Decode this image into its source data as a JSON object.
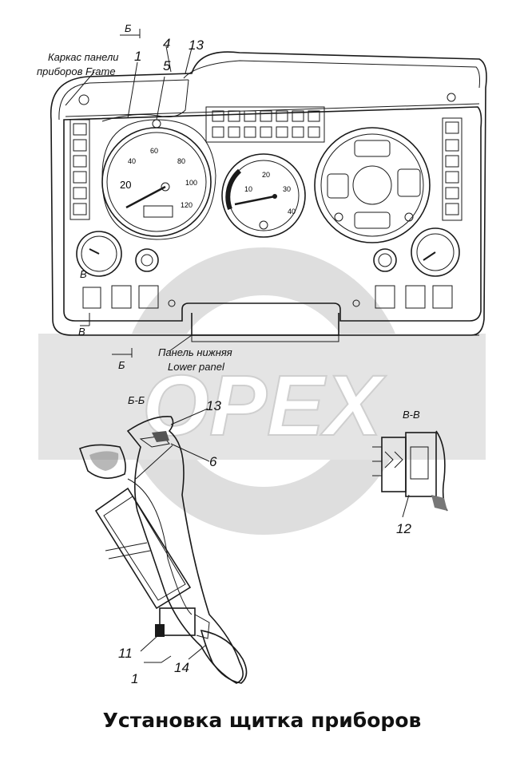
{
  "title": "Установка щитка приборов",
  "watermark": "OPEX",
  "labels": {
    "frame": [
      "Каркас панели",
      "приборов Frame"
    ],
    "lower_panel": [
      "Панель нижняя",
      "Lower panel"
    ],
    "section_bb": "Б-Б",
    "section_vv": "В-В",
    "mark_b_top": "Б",
    "mark_b_bottom": "Б",
    "mark_v_top": "В",
    "mark_v_bottom": "В"
  },
  "callouts": [
    "1",
    "4",
    "5",
    "13",
    "13",
    "6",
    "12",
    "11",
    "1",
    "14"
  ],
  "speedometer_ticks": [
    "20",
    "40",
    "60",
    "80",
    "100",
    "120"
  ],
  "tachometer_ticks": [
    "10",
    "20",
    "30",
    "40"
  ],
  "colors": {
    "ink": "#1a1a1a",
    "watermark": "#d9d9d9"
  }
}
